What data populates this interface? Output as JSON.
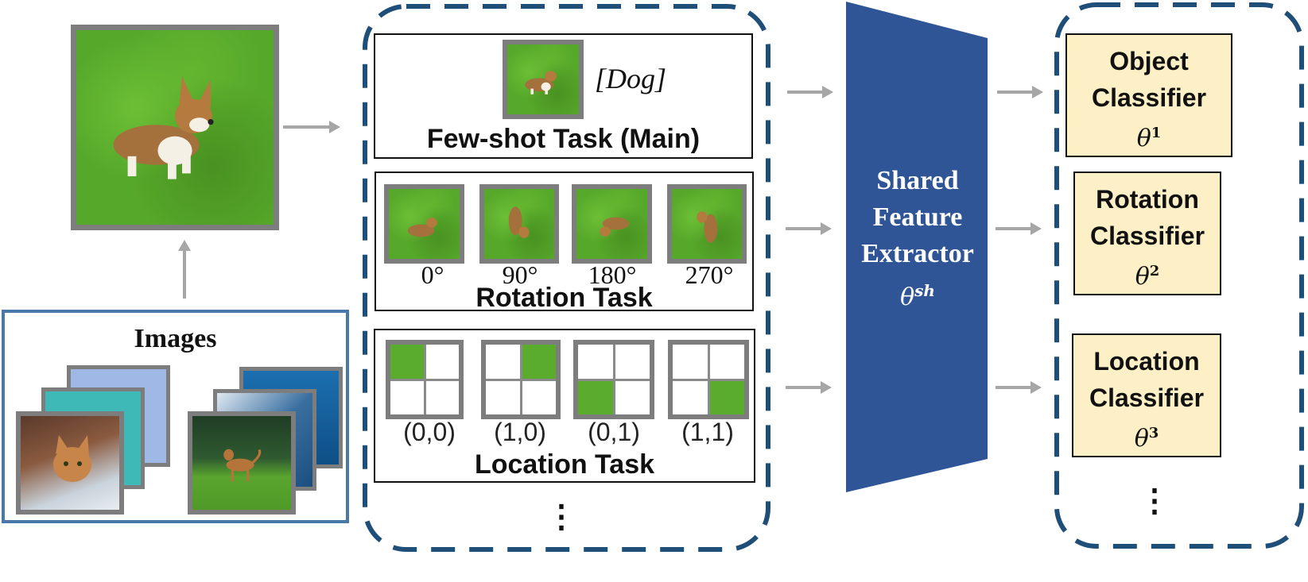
{
  "images_panel": {
    "label": "Images"
  },
  "main_task": {
    "class_tag": "[Dog]",
    "title": "Few-shot Task (Main)"
  },
  "rotation_task": {
    "title": "Rotation Task",
    "angles": [
      "0°",
      "90°",
      "180°",
      "270°"
    ]
  },
  "location_task": {
    "title": "Location Task",
    "positions": [
      "(0,0)",
      "(1,0)",
      "(0,1)",
      "(1,1)"
    ]
  },
  "tasks_ellipsis": "⋮",
  "extractor": {
    "line1": "Shared",
    "line2": "Feature",
    "line3": "Extractor",
    "theta": "θ",
    "theta_sup": "sh"
  },
  "classifiers": [
    {
      "line1": "Object",
      "line2": "Classifier",
      "theta": "θ",
      "sup": "1"
    },
    {
      "line1": "Rotation",
      "line2": "Classifier",
      "theta": "θ",
      "sup": "2"
    },
    {
      "line1": "Location",
      "line2": "Classifier",
      "theta": "θ",
      "sup": "3"
    }
  ],
  "classifiers_ellipsis": "⋮",
  "colors": {
    "panel_border": "#1f4e79",
    "images_border": "#4a78a8",
    "extractor": "#2f5597",
    "classifier_fill": "#fdefc6",
    "arrow": "#a6a6a6",
    "thumb_border": "#7d7d7d"
  }
}
